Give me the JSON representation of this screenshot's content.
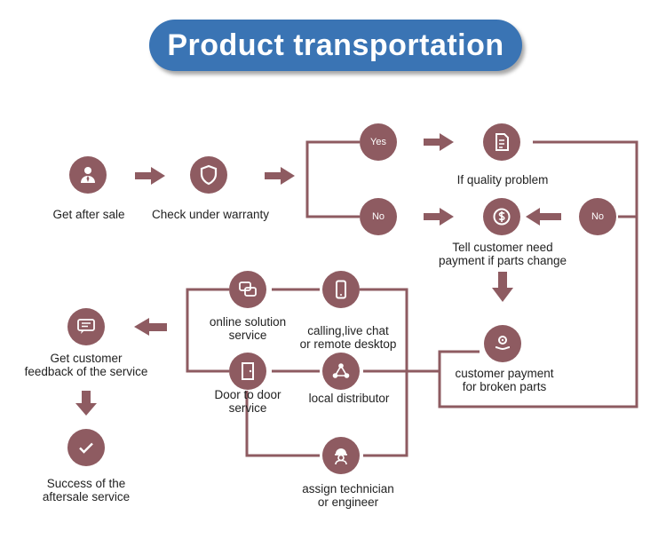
{
  "title": "Product transportation",
  "colors": {
    "title_bg": "#3a74b4",
    "node": "#8e5b61",
    "line": "#8e5b61"
  },
  "nodes": {
    "get_after_sale": {
      "label": "Get after sale",
      "icon": "person-icon"
    },
    "check_warranty": {
      "label": "Check under warranty",
      "icon": "shield-icon"
    },
    "yes": {
      "label": "Yes"
    },
    "no_top": {
      "label": "No"
    },
    "no_right": {
      "label": "No"
    },
    "quality_problem": {
      "label": "If quality problem",
      "icon": "document-icon"
    },
    "tell_customer": {
      "label_1": "Tell customer need",
      "label_2": "payment if parts change",
      "icon": "dollar-icon"
    },
    "customer_payment": {
      "label_1": "customer payment",
      "label_2": "for broken parts",
      "icon": "hand-location-icon"
    },
    "online_solution": {
      "label_1": "online solution",
      "label_2": "service",
      "icon": "chat-icon"
    },
    "calling": {
      "label_1": "calling,live chat",
      "label_2": "or remote desktop",
      "icon": "phone-icon"
    },
    "door_to_door": {
      "label_1": "Door  to door",
      "label_2": "service",
      "icon": "door-icon"
    },
    "local_distributor": {
      "label": "local distributor",
      "icon": "network-icon"
    },
    "assign_technician": {
      "label_1": "assign technician",
      "label_2": "or engineer",
      "icon": "worker-icon"
    },
    "customer_feedback": {
      "label_1": "Get customer",
      "label_2": "feedback of the service",
      "icon": "feedback-icon"
    },
    "success": {
      "label_1": "Success of the",
      "label_2": "aftersale service",
      "icon": "check-icon"
    }
  }
}
